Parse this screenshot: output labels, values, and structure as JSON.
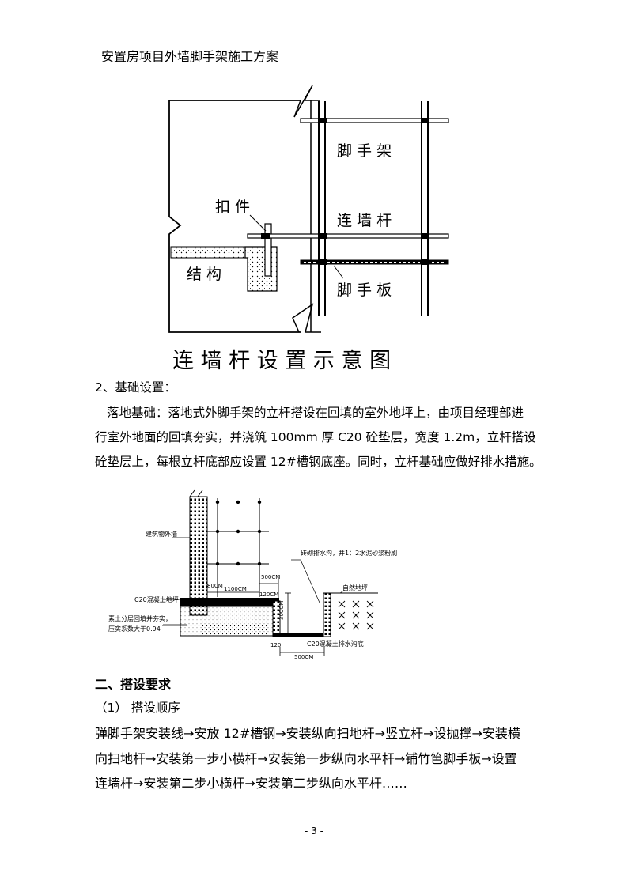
{
  "header": {
    "title": "安置房项目外墙脚手架施工方案"
  },
  "diagram1": {
    "label_scaffold": "脚 手 架",
    "label_fastener": "扣 件",
    "label_tie": "连 墙 杆",
    "label_structure": "结 构",
    "label_board": "脚 手 板",
    "caption": "连 墙 杆 设 置 示 意 图"
  },
  "section2": {
    "heading": "2、基础设置：",
    "para_line1": "落地基础：落地式外脚手架的立杆搭设在回填的室外地坪上，由项目经理部进",
    "para_line2": "行室外地面的回填夯实，并浇筑 100mm 厚 C20 砼垫层，宽度 1.2m，立杆搭设",
    "para_line3": "砼垫层上，每根立杆底部应设置 12#槽钢底座。同时，立杆基础应做好排水措施。"
  },
  "diagram2": {
    "label_wall": "建筑物外墙",
    "label_ditch": "砖砌排水沟，并1：2水泥砂浆粉刷",
    "label_500_top": "500CM",
    "label_80": "80CM",
    "label_1100": "1100CM",
    "label_120_right": "120CM",
    "label_c20_ground": "C20混凝土地坪",
    "label_natural": "自然地坪",
    "label_fill_1": "素土分层回填并夯实，",
    "label_fill_2": "压实系数大于0.94",
    "label_300": "300CM",
    "label_120_bottom": "120",
    "label_c20_ditch": "C20混凝土排水沟底",
    "label_500_bottom": "500CM"
  },
  "section3": {
    "heading": "二、搭设要求",
    "sub1": "（1）  搭设顺序",
    "para_line1": "弹脚手架安装线→安放 12#槽钢→安装纵向扫地杆→竖立杆→设抛撑→安装横",
    "para_line2": "向扫地杆→安装第一步小横杆→安装第一步纵向水平杆→铺竹笆脚手板→设置",
    "para_line3": "连墙杆→安装第二步小横杆→安装第二步纵向水平杆……"
  },
  "footer": {
    "page": "- 3 -"
  }
}
